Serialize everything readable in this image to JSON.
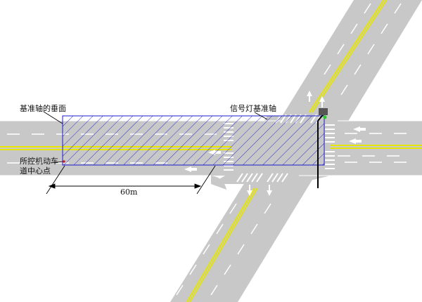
{
  "labels": {
    "perpendicular": "基准轴的垂面",
    "signal_axis": "信号灯基准轴",
    "lane_center_line1": "所控机动车",
    "lane_center_line2": "道中心点",
    "distance": "60m"
  },
  "colors": {
    "road": "#c8c8c8",
    "marking": "#ffffff",
    "center_line": "#e6e600",
    "zone": "#1c1ccc",
    "hatch": "#1c1ccc",
    "pole": "#000000",
    "signal_head": "#555555",
    "signal_light": "#22cc22"
  },
  "icons": {
    "signal": "traffic-signal-icon",
    "arrows": "lane-arrow-icon"
  }
}
